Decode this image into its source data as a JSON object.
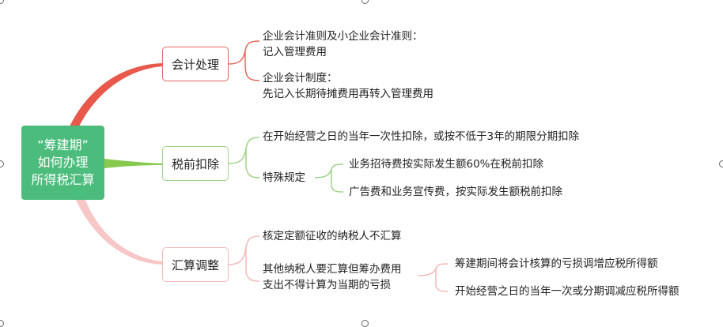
{
  "root": {
    "line1": "“筹建期”",
    "line2": "如何办理",
    "line3": "所得税汇算"
  },
  "branches": [
    {
      "label": "会计处理",
      "children": [
        {
          "line1": "企业会计准则及小企业会计准则：",
          "line2": "记入管理费用"
        },
        {
          "line1": "企业会计制度：",
          "line2": "先记入长期待摊费用再转入管理费用"
        }
      ]
    },
    {
      "label": "税前扣除",
      "children": [
        {
          "text": "在开始经营之日的当年一次性扣除，或按不低于3年的期限分期扣除"
        },
        {
          "text": "特殊规定",
          "children": [
            "业务招待费按实际发生额60%在税前扣除",
            "广告费和业务宣传费，按实际发生额税前扣除"
          ]
        }
      ]
    },
    {
      "label": "汇算调整",
      "children": [
        {
          "text": "核定定额征收的纳税人不汇算"
        },
        {
          "line1": "其他纳税人要汇算但筹办费用",
          "line2": "支出不得计算为当期的亏损",
          "children": [
            "筹建期间将会计核算的亏损调增应税所得额",
            "开始经营之日的当年一次或分期调减应税所得额"
          ]
        }
      ]
    }
  ],
  "colors": {
    "root_fill": "#4cbc7c",
    "branch1": "#e8584b",
    "branch2": "#86c94e",
    "branch3": "#f7c6c6",
    "branch1_light": "#e06a5e",
    "branch2_light": "#9fd387",
    "branch3_light": "#f3b9b9"
  }
}
